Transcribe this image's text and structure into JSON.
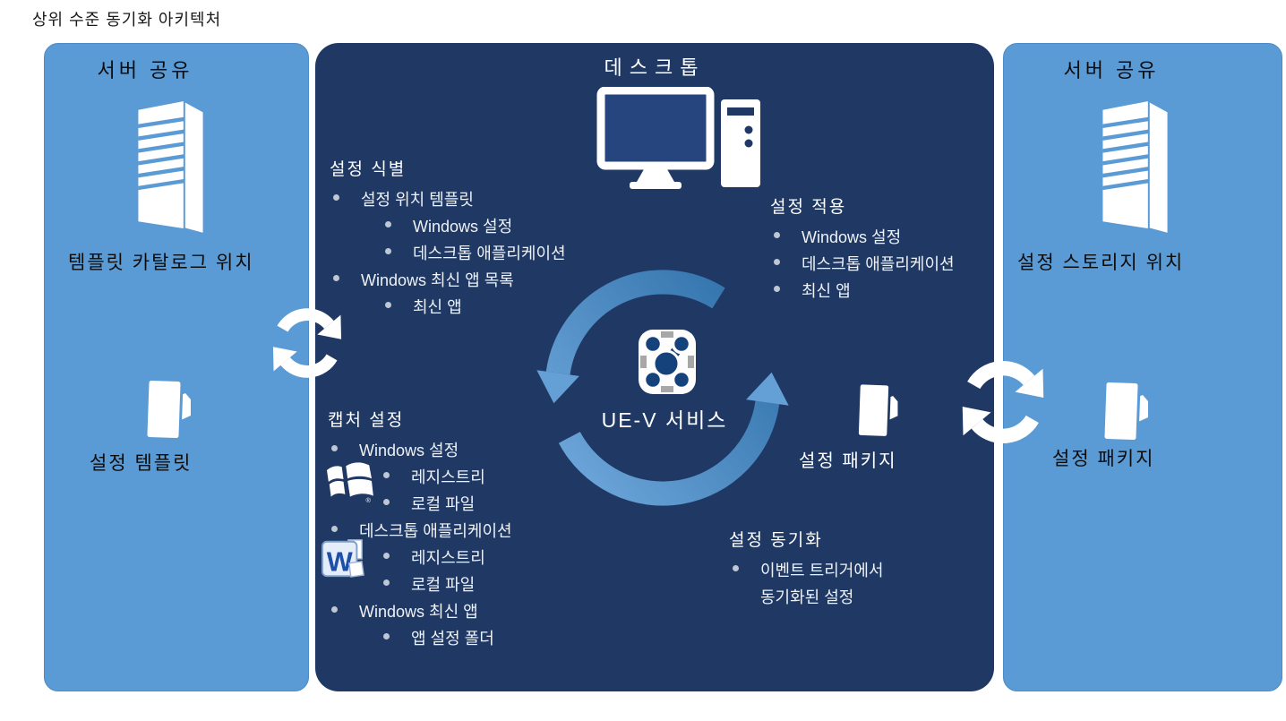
{
  "title": "상위 수준 동기화 아키텍처",
  "left_panel": {
    "header": "서버 공유",
    "catalog_label": "템플릿 카탈로그 위치",
    "template_label": "설정 템플릿"
  },
  "center_panel": {
    "header": "데스크톱",
    "identify": {
      "heading": "설정 식별",
      "items": [
        {
          "t": "설정 위치 템플릿",
          "l": 0
        },
        {
          "t": "Windows 설정",
          "l": 1
        },
        {
          "t": "데스크톱 애플리케이션",
          "l": 1
        },
        {
          "t": "Windows 최신 앱 목록",
          "l": 0
        },
        {
          "t": "최신 앱",
          "l": 1
        }
      ]
    },
    "apply": {
      "heading": "설정 적용",
      "items": [
        {
          "t": "Windows 설정",
          "l": 0
        },
        {
          "t": "데스크톱 애플리케이션",
          "l": 0
        },
        {
          "t": "최신 앱",
          "l": 0
        }
      ]
    },
    "capture": {
      "heading": "캡처 설정",
      "items": [
        {
          "t": "Windows 설정",
          "l": 0
        },
        {
          "t": "레지스트리",
          "l": 1
        },
        {
          "t": "로컬 파일",
          "l": 1
        },
        {
          "t": "데스크톱 애플리케이션",
          "l": 0
        },
        {
          "t": "레지스트리",
          "l": 1
        },
        {
          "t": "로컬 파일",
          "l": 1
        },
        {
          "t": "Windows 최신 앱",
          "l": 0
        },
        {
          "t": "앱 설정 폴더",
          "l": 1
        }
      ]
    },
    "sync": {
      "heading": "설정 동기화",
      "items": [
        {
          "t": "이벤트 트리거에서",
          "l": 0
        },
        {
          "t": "동기화된 설정",
          "l": 0,
          "cont": true
        }
      ]
    },
    "service_label": "UE-V 서비스",
    "package_label": "설정 패키지"
  },
  "right_panel": {
    "header": "서버 공유",
    "storage_label": "설정 스토리지 위치",
    "package_label": "설정 패키지"
  },
  "icons": {
    "server-icon": "tower-server",
    "folder-icon": "folder",
    "sync-icon": "circular-sync-arrows",
    "desktop-icon": "desktop-computer",
    "uev-service-icon": "connected-nodes",
    "windows-logo-icon": "windows-flag",
    "word-icon": "word-logo",
    "ring-arrows-icon": "counterclockwise-cycle",
    "word_letter": "W",
    "registered": "®"
  },
  "colors": {
    "side_panel": "#5B9BD5",
    "center_panel": "#1F3864",
    "screen_navy": "#26457E",
    "ring_light": "#6FA8DC",
    "ring_dark": "#2E6FA8",
    "arrowhead": "#64A0D6",
    "glyph_navy": "#15427B",
    "icon_white": "#FFFFFF",
    "text_dark": "#111111",
    "text_light": "#FFFFFF",
    "bullet": "#BFC7D4"
  }
}
